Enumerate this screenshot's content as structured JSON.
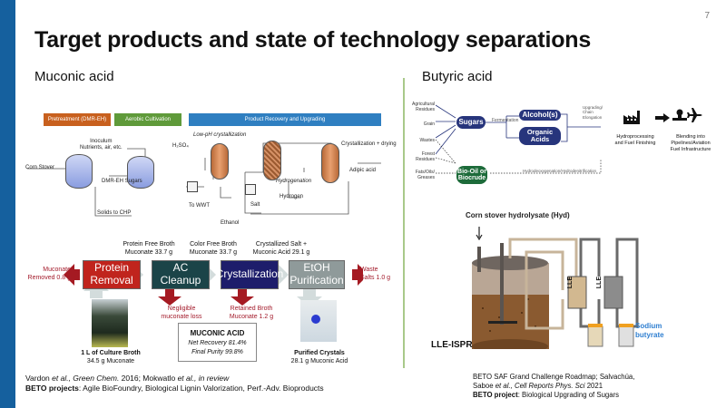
{
  "slide": {
    "page_number": "7",
    "title": "Target products and state of technology separations",
    "left_heading": "Muconic acid",
    "right_heading": "Butyric acid"
  },
  "muconic_flow": {
    "bands": [
      "Pretreatment (DMR-EH)",
      "Aerobic Cultivation",
      "Product Recovery and Upgrading"
    ],
    "band_colors": [
      "#c8601e",
      "#5f9a3a",
      "#2f7fc1"
    ],
    "labels": {
      "inoculum": "Inoculum",
      "nutrients": "Nutrients, air, etc.",
      "corn_stover": "Corn Stover",
      "dmr_sugars": "DMR-EH Sugars",
      "solids": "Solids to CHP",
      "h2so4": "H₂SO₄",
      "low_ph": "Low-pH crystallization",
      "to_wwt": "To WWT",
      "ethanol": "Ethanol",
      "salt": "Salt",
      "hydrogenation": "Hydrogenation",
      "hydrogen": "Hydrogen",
      "cryst_drying": "Crystallization + drying",
      "adipic": "Adipic acid"
    }
  },
  "muconic_process": {
    "steps": [
      {
        "label": "Protein Removal",
        "color": "#c0241d"
      },
      {
        "label": "AC Cleanup",
        "color": "#1b4448"
      },
      {
        "label": "Crystallization",
        "color": "#1d1d6b"
      },
      {
        "label": "EtOH Purification",
        "color": "#8f9a9a"
      }
    ],
    "top_notes": [
      "Protein Free Broth\nMuconate 33.7 g",
      "Color Free Broth\nMuconate 33.7 g",
      "Crystallized Salt +\nMuconic Acid 29.1 g"
    ],
    "left_loss": "Muconate\nRemoved 0.8 g",
    "right_loss": "Waste\nSalts 1.0 g",
    "down_notes": [
      "Negligible\nmuconate loss",
      "Retained Broth\nMuconate 1.2 g"
    ],
    "input_title": "1 L of Culture Broth",
    "input_sub": "34.5 g Muconate",
    "output_title": "Purified Crystals",
    "output_sub": "28.1 g Muconic Acid",
    "summary": {
      "title": "MUCONIC ACID",
      "recovery": "Net Recovery 81.4%",
      "purity": "Final Purity 99.8%"
    }
  },
  "muconic_refs": {
    "line1_a": "Vardon ",
    "line1_b": "et al., Green Chem.",
    "line1_c": " 2016; Mokwatlo ",
    "line1_d": "et al., in review",
    "line2_bold": "BETO projects",
    "line2_rest": ": Agile BioFoundry, Biological Lignin Valorization, Perf.-Adv. Bioproducts"
  },
  "butyric_flow": {
    "feedstocks": [
      "Agricultural Residues",
      "Grain",
      "Wastes",
      "Forest Residues",
      "Fats/Oils/ Greases"
    ],
    "sugars": "Sugars",
    "fermentation": "Fermentation",
    "alcohols": "Alcohol(s)",
    "organic_acids": "Organic Acids",
    "upgrading": "Upgrading/ Chain Elongation",
    "bio_oil": "Bio-Oil or Biocrude",
    "hdo": "Hydrodeoxygenation/Hydrodenitrification",
    "hydroprocessing": "Hydroprocessing and Fuel Finishing",
    "blending": "Blending into Pipelines/Aviation Fuel Infrastructure",
    "node_color": "#27357c",
    "bio_color": "#1d6b3a"
  },
  "lle_ispr": {
    "feed_label": "Corn stover hydrolysate (Hyd)",
    "column_label": "LLE",
    "system_label": "LLE-ISPR",
    "product_label": "Sodium butyrate"
  },
  "butyric_refs": {
    "line1": "BETO SAF Grand Challenge Roadmap; Salvachúa,",
    "line2_a": "Saboe ",
    "line2_b": "et al., Cell Reports Phys. Sci",
    "line2_c": " 2021",
    "line3_bold": "BETO project",
    "line3_rest": ": Biological Upgrading of Sugars"
  }
}
